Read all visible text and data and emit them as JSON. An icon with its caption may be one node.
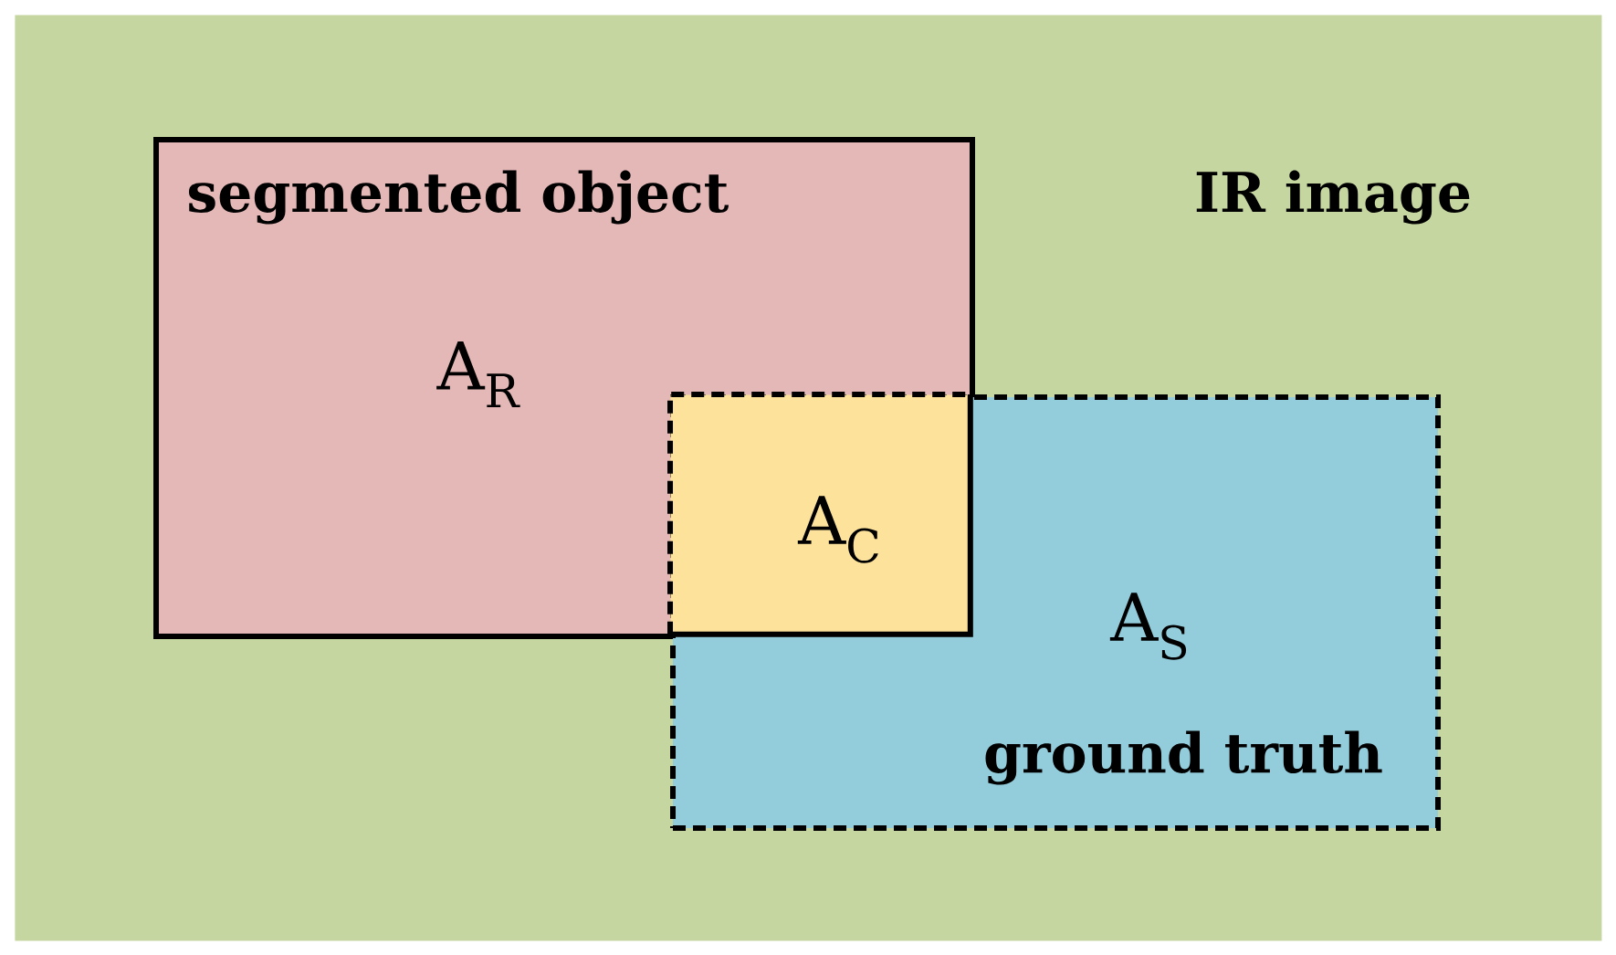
{
  "diagram": {
    "nodes": [
      {
        "text": [
          "IR image"
        ]
      },
      {
        "text": [
          "segmented object",
          "A$_{R}$"
        ],
        "in": 0
      },
      {
        "text": [
          "A$_{S}$",
          "ground truth"
        ],
        "in": 0
      },
      {
        "text": [
          "A$_{C}$"
        ]
      }
    ]
  }
}
